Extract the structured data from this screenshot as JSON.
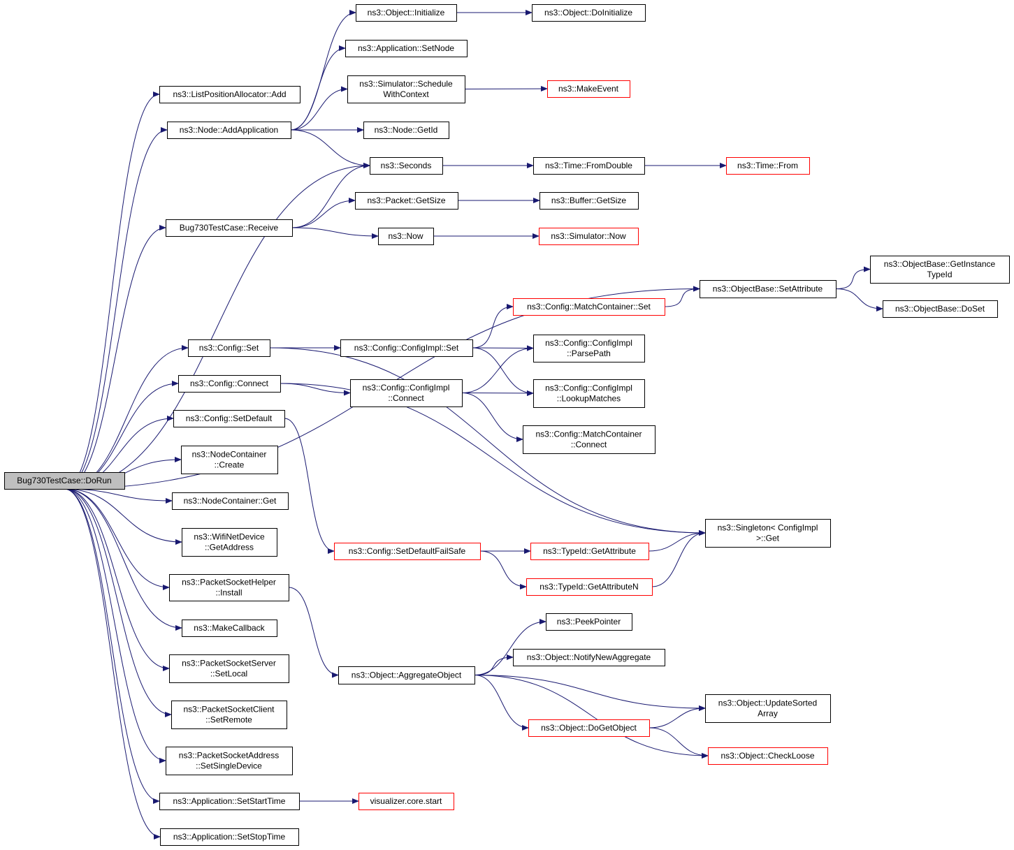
{
  "graph_title": "",
  "colors": {
    "edge": "#191970",
    "node_border": "#000000",
    "truncated_node_border": "#ff0000",
    "root_fill": "#bfbfbf",
    "node_fill": "#ffffff"
  },
  "nodes": {
    "root": {
      "lines": [
        "Bug730TestCase::DoRun"
      ],
      "style": "root"
    },
    "list_add": {
      "lines": [
        "ns3::ListPositionAllocator::Add"
      ],
      "style": "normal"
    },
    "node_addapp": {
      "lines": [
        "ns3::Node::AddApplication"
      ],
      "style": "normal"
    },
    "obj_init": {
      "lines": [
        "ns3::Object::Initialize"
      ],
      "style": "normal"
    },
    "obj_doinit": {
      "lines": [
        "ns3::Object::DoInitialize"
      ],
      "style": "normal"
    },
    "app_setnode": {
      "lines": [
        "ns3::Application::SetNode"
      ],
      "style": "normal"
    },
    "sim_schedule": {
      "lines": [
        "ns3::Simulator::Schedule",
        "WithContext"
      ],
      "style": "normal"
    },
    "make_event": {
      "lines": [
        "ns3::MakeEvent"
      ],
      "style": "truncated"
    },
    "node_getid": {
      "lines": [
        "ns3::Node::GetId"
      ],
      "style": "normal"
    },
    "seconds": {
      "lines": [
        "ns3::Seconds"
      ],
      "style": "normal"
    },
    "time_fromdouble": {
      "lines": [
        "ns3::Time::FromDouble"
      ],
      "style": "normal"
    },
    "time_from": {
      "lines": [
        "ns3::Time::From"
      ],
      "style": "truncated"
    },
    "bug_receive": {
      "lines": [
        "Bug730TestCase::Receive"
      ],
      "style": "normal"
    },
    "packet_getsize": {
      "lines": [
        "ns3::Packet::GetSize"
      ],
      "style": "normal"
    },
    "buffer_getsize": {
      "lines": [
        "ns3::Buffer::GetSize"
      ],
      "style": "normal"
    },
    "now": {
      "lines": [
        "ns3::Now"
      ],
      "style": "normal"
    },
    "sim_now": {
      "lines": [
        "ns3::Simulator::Now"
      ],
      "style": "truncated"
    },
    "ob_setattr": {
      "lines": [
        "ns3::ObjectBase::SetAttribute"
      ],
      "style": "normal"
    },
    "ob_getinst": {
      "lines": [
        "ns3::ObjectBase::GetInstance",
        "TypeId"
      ],
      "style": "normal"
    },
    "ob_doset": {
      "lines": [
        "ns3::ObjectBase::DoSet"
      ],
      "style": "normal"
    },
    "mc_set": {
      "lines": [
        "ns3::Config::MatchContainer::Set"
      ],
      "style": "truncated"
    },
    "config_set": {
      "lines": [
        "ns3::Config::Set"
      ],
      "style": "normal"
    },
    "ci_set": {
      "lines": [
        "ns3::Config::ConfigImpl::Set"
      ],
      "style": "normal"
    },
    "ci_parsepath": {
      "lines": [
        "ns3::Config::ConfigImpl",
        "::ParsePath"
      ],
      "style": "normal"
    },
    "config_connect": {
      "lines": [
        "ns3::Config::Connect"
      ],
      "style": "normal"
    },
    "ci_connect": {
      "lines": [
        "ns3::Config::ConfigImpl",
        "::Connect"
      ],
      "style": "normal"
    },
    "ci_lookup": {
      "lines": [
        "ns3::Config::ConfigImpl",
        "::LookupMatches"
      ],
      "style": "normal"
    },
    "mc_connect": {
      "lines": [
        "ns3::Config::MatchContainer",
        "::Connect"
      ],
      "style": "normal"
    },
    "config_setdefault": {
      "lines": [
        "ns3::Config::SetDefault"
      ],
      "style": "normal"
    },
    "nc_create": {
      "lines": [
        "ns3::NodeContainer",
        "::Create"
      ],
      "style": "normal"
    },
    "nc_get": {
      "lines": [
        "ns3::NodeContainer::Get"
      ],
      "style": "normal"
    },
    "wifi_getaddr": {
      "lines": [
        "ns3::WifiNetDevice",
        "::GetAddress"
      ],
      "style": "normal"
    },
    "singleton_get": {
      "lines": [
        "ns3::Singleton< ConfigImpl",
        " >::Get"
      ],
      "style": "normal"
    },
    "setdefault_fs": {
      "lines": [
        "ns3::Config::SetDefaultFailSafe"
      ],
      "style": "truncated"
    },
    "typeid_getattr": {
      "lines": [
        "ns3::TypeId::GetAttribute"
      ],
      "style": "truncated"
    },
    "typeid_getattrn": {
      "lines": [
        "ns3::TypeId::GetAttributeN"
      ],
      "style": "truncated"
    },
    "psh_install": {
      "lines": [
        "ns3::PacketSocketHelper",
        "::Install"
      ],
      "style": "normal"
    },
    "make_callback": {
      "lines": [
        "ns3::MakeCallback"
      ],
      "style": "normal"
    },
    "peek_pointer": {
      "lines": [
        "ns3::PeekPointer"
      ],
      "style": "normal"
    },
    "obj_notify": {
      "lines": [
        "ns3::Object::NotifyNewAggregate"
      ],
      "style": "normal"
    },
    "pss_setlocal": {
      "lines": [
        "ns3::PacketSocketServer",
        "::SetLocal"
      ],
      "style": "normal"
    },
    "obj_aggregate": {
      "lines": [
        "ns3::Object::AggregateObject"
      ],
      "style": "normal"
    },
    "obj_updatesorted": {
      "lines": [
        "ns3::Object::UpdateSorted",
        "Array"
      ],
      "style": "normal"
    },
    "psc_setremote": {
      "lines": [
        "ns3::PacketSocketClient",
        "::SetRemote"
      ],
      "style": "normal"
    },
    "obj_dogetobject": {
      "lines": [
        "ns3::Object::DoGetObject"
      ],
      "style": "truncated"
    },
    "psa_setsingle": {
      "lines": [
        "ns3::PacketSocketAddress",
        "::SetSingleDevice"
      ],
      "style": "normal"
    },
    "obj_checkloose": {
      "lines": [
        "ns3::Object::CheckLoose"
      ],
      "style": "truncated"
    },
    "app_setstart": {
      "lines": [
        "ns3::Application::SetStartTime"
      ],
      "style": "normal"
    },
    "vis_start": {
      "lines": [
        "visualizer.core.start"
      ],
      "style": "truncated"
    },
    "app_setstop": {
      "lines": [
        "ns3::Application::SetStopTime"
      ],
      "style": "normal"
    }
  },
  "edges": [
    [
      "root",
      "list_add"
    ],
    [
      "root",
      "node_addapp"
    ],
    [
      "root",
      "seconds"
    ],
    [
      "root",
      "bug_receive"
    ],
    [
      "root",
      "ob_setattr"
    ],
    [
      "root",
      "config_set"
    ],
    [
      "root",
      "config_connect"
    ],
    [
      "root",
      "config_setdefault"
    ],
    [
      "root",
      "nc_create"
    ],
    [
      "root",
      "nc_get"
    ],
    [
      "root",
      "wifi_getaddr"
    ],
    [
      "root",
      "psh_install"
    ],
    [
      "root",
      "make_callback"
    ],
    [
      "root",
      "pss_setlocal"
    ],
    [
      "root",
      "psc_setremote"
    ],
    [
      "root",
      "psa_setsingle"
    ],
    [
      "root",
      "app_setstart"
    ],
    [
      "root",
      "app_setstop"
    ],
    [
      "node_addapp",
      "obj_init"
    ],
    [
      "node_addapp",
      "app_setnode"
    ],
    [
      "node_addapp",
      "sim_schedule"
    ],
    [
      "node_addapp",
      "node_getid"
    ],
    [
      "node_addapp",
      "seconds"
    ],
    [
      "obj_init",
      "obj_doinit"
    ],
    [
      "sim_schedule",
      "make_event"
    ],
    [
      "seconds",
      "time_fromdouble"
    ],
    [
      "time_fromdouble",
      "time_from"
    ],
    [
      "bug_receive",
      "seconds"
    ],
    [
      "bug_receive",
      "packet_getsize"
    ],
    [
      "bug_receive",
      "now"
    ],
    [
      "packet_getsize",
      "buffer_getsize"
    ],
    [
      "now",
      "sim_now"
    ],
    [
      "ob_setattr",
      "ob_getinst"
    ],
    [
      "ob_setattr",
      "ob_doset"
    ],
    [
      "mc_set",
      "ob_setattr"
    ],
    [
      "config_set",
      "ci_set"
    ],
    [
      "config_set",
      "singleton_get"
    ],
    [
      "ci_set",
      "mc_set"
    ],
    [
      "ci_set",
      "ci_parsepath"
    ],
    [
      "ci_set",
      "ci_lookup"
    ],
    [
      "config_connect",
      "ci_connect"
    ],
    [
      "config_connect",
      "singleton_get"
    ],
    [
      "ci_connect",
      "ci_parsepath"
    ],
    [
      "ci_connect",
      "ci_lookup"
    ],
    [
      "ci_connect",
      "mc_connect"
    ],
    [
      "config_setdefault",
      "setdefault_fs"
    ],
    [
      "setdefault_fs",
      "typeid_getattr"
    ],
    [
      "setdefault_fs",
      "typeid_getattrn"
    ],
    [
      "typeid_getattr",
      "singleton_get"
    ],
    [
      "typeid_getattrn",
      "singleton_get"
    ],
    [
      "psh_install",
      "obj_aggregate"
    ],
    [
      "obj_aggregate",
      "peek_pointer"
    ],
    [
      "obj_aggregate",
      "obj_notify"
    ],
    [
      "obj_aggregate",
      "obj_updatesorted"
    ],
    [
      "obj_aggregate",
      "obj_dogetobject"
    ],
    [
      "obj_aggregate",
      "obj_checkloose"
    ],
    [
      "obj_dogetobject",
      "obj_updatesorted"
    ],
    [
      "obj_dogetobject",
      "obj_checkloose"
    ],
    [
      "app_setstart",
      "vis_start"
    ]
  ]
}
